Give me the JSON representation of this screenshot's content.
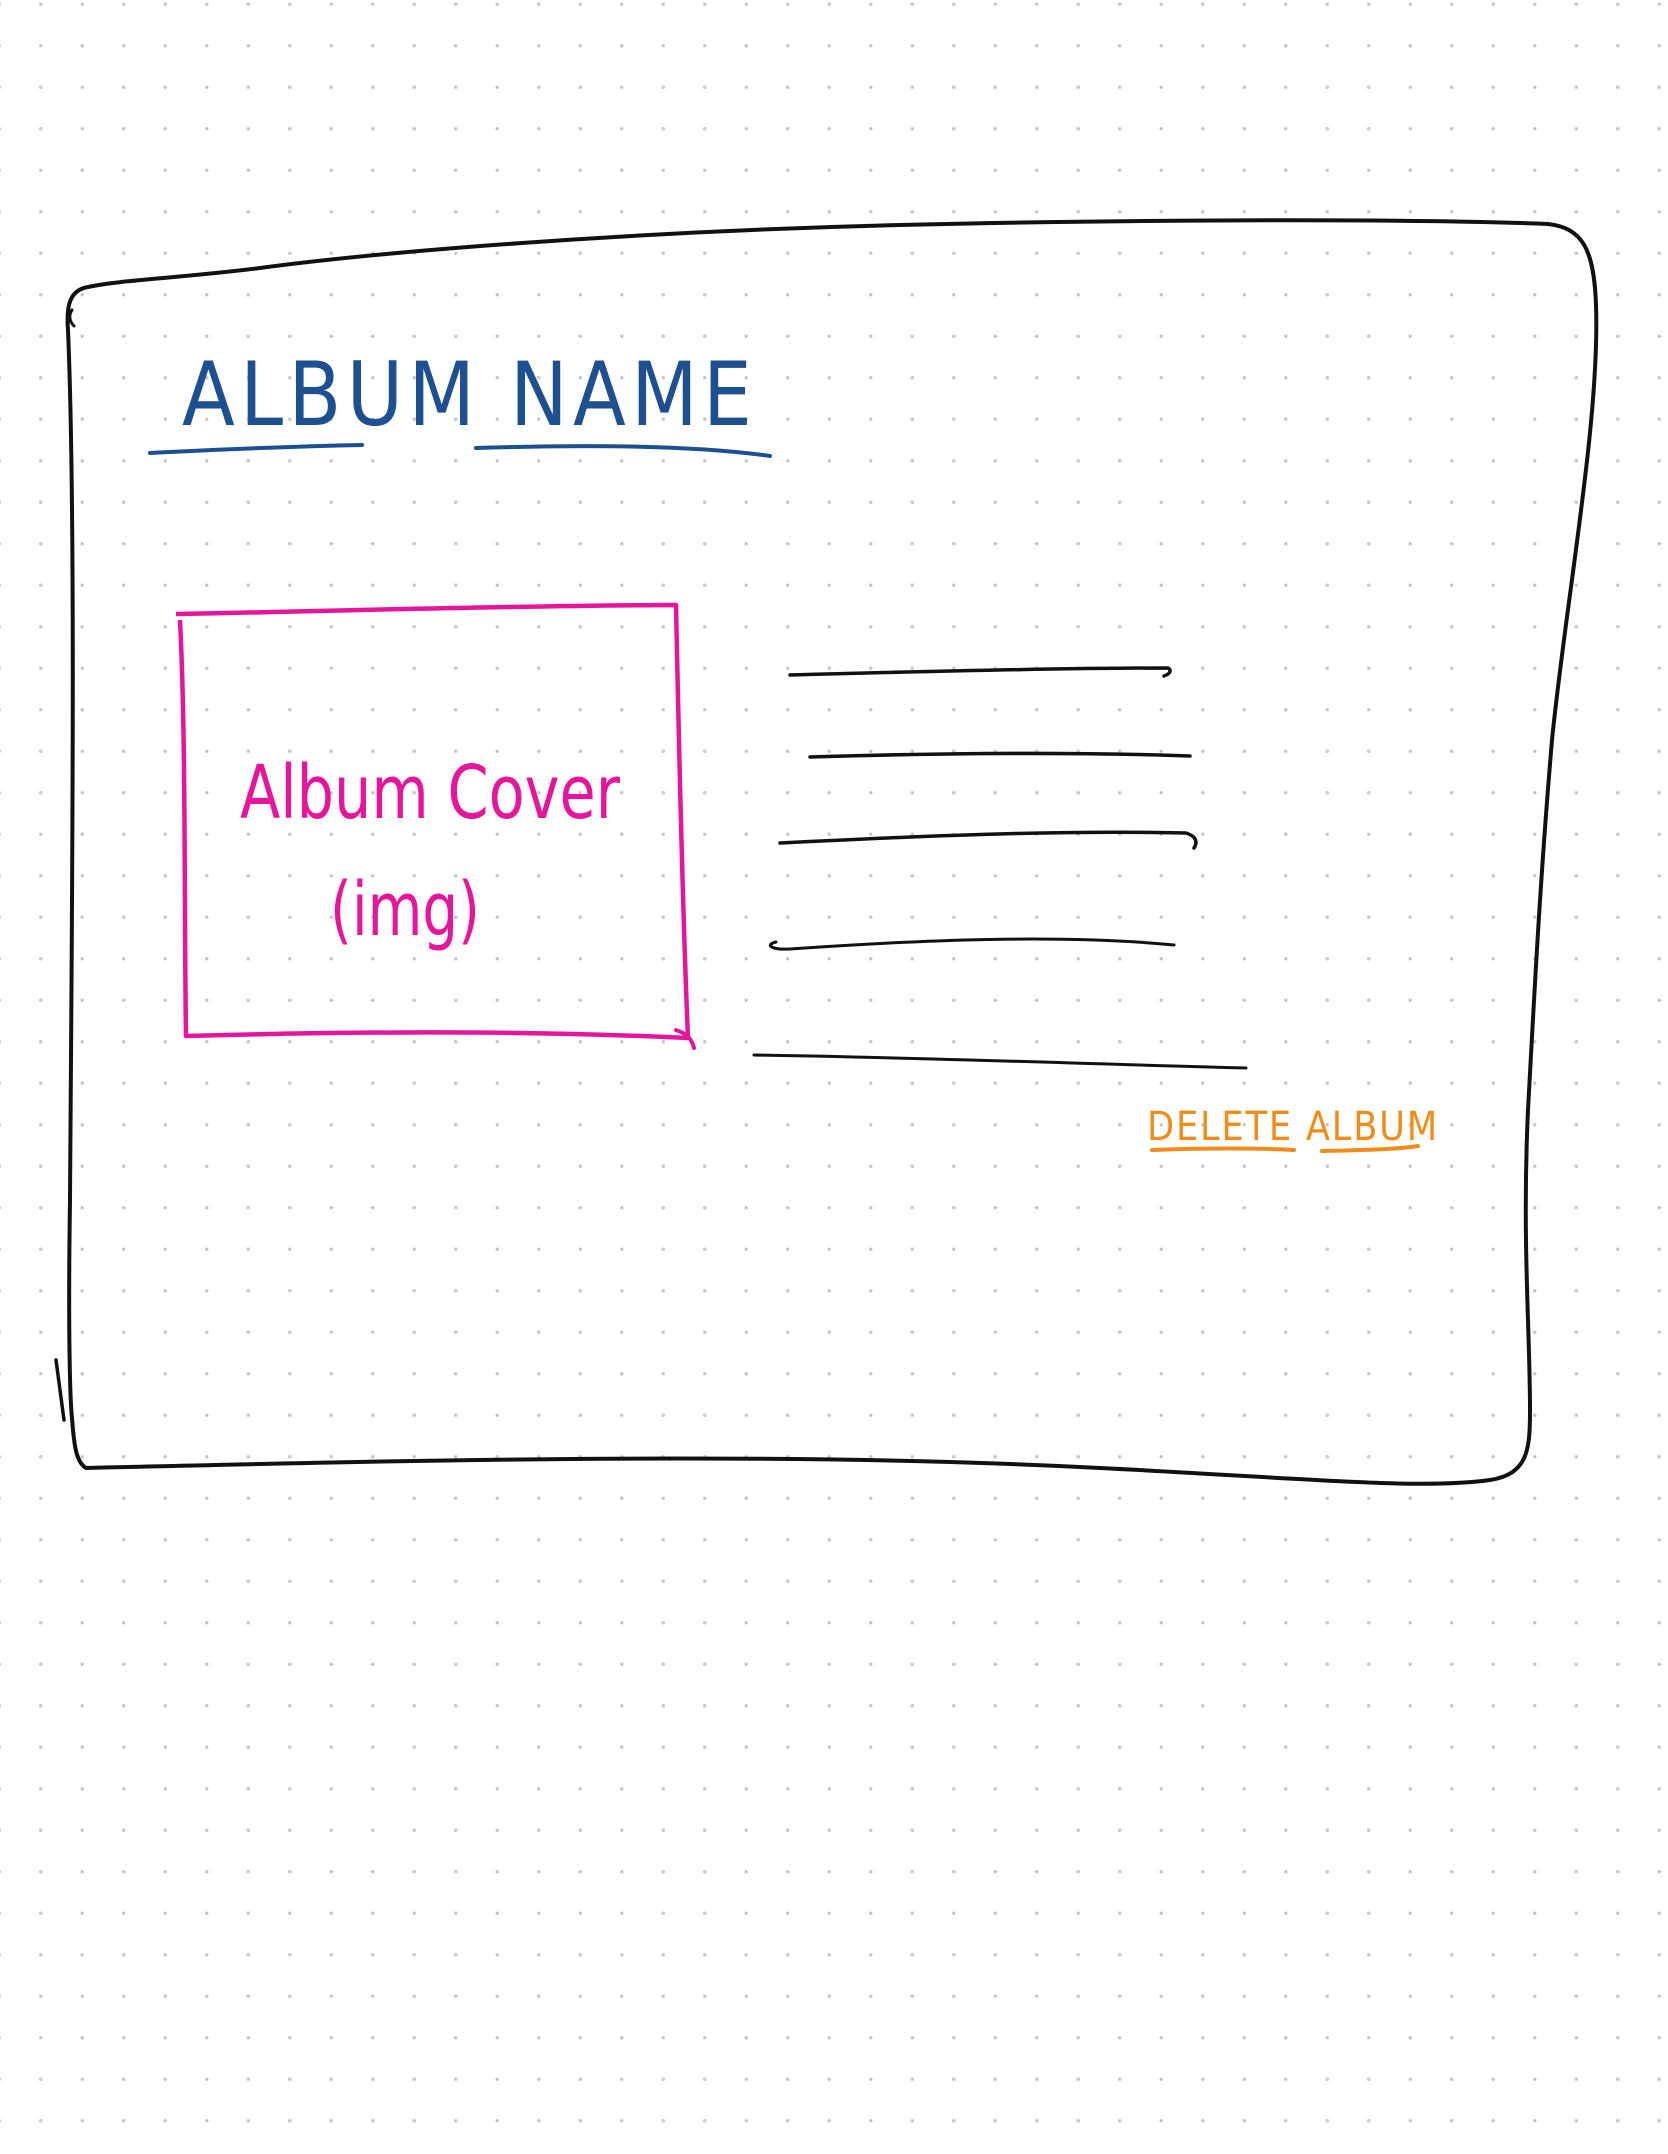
{
  "album": {
    "title": "ALBUM NAME",
    "cover_label_line1": "Album Cover",
    "cover_label_line2": "(img)",
    "delete_label": "DELETE ALBUM",
    "track_count": 5
  },
  "colors": {
    "ink": "#111111",
    "title": "#1d4f91",
    "cover": "#e5169b",
    "action": "#f08c1a",
    "grid_dot": "#c9c9c9"
  }
}
